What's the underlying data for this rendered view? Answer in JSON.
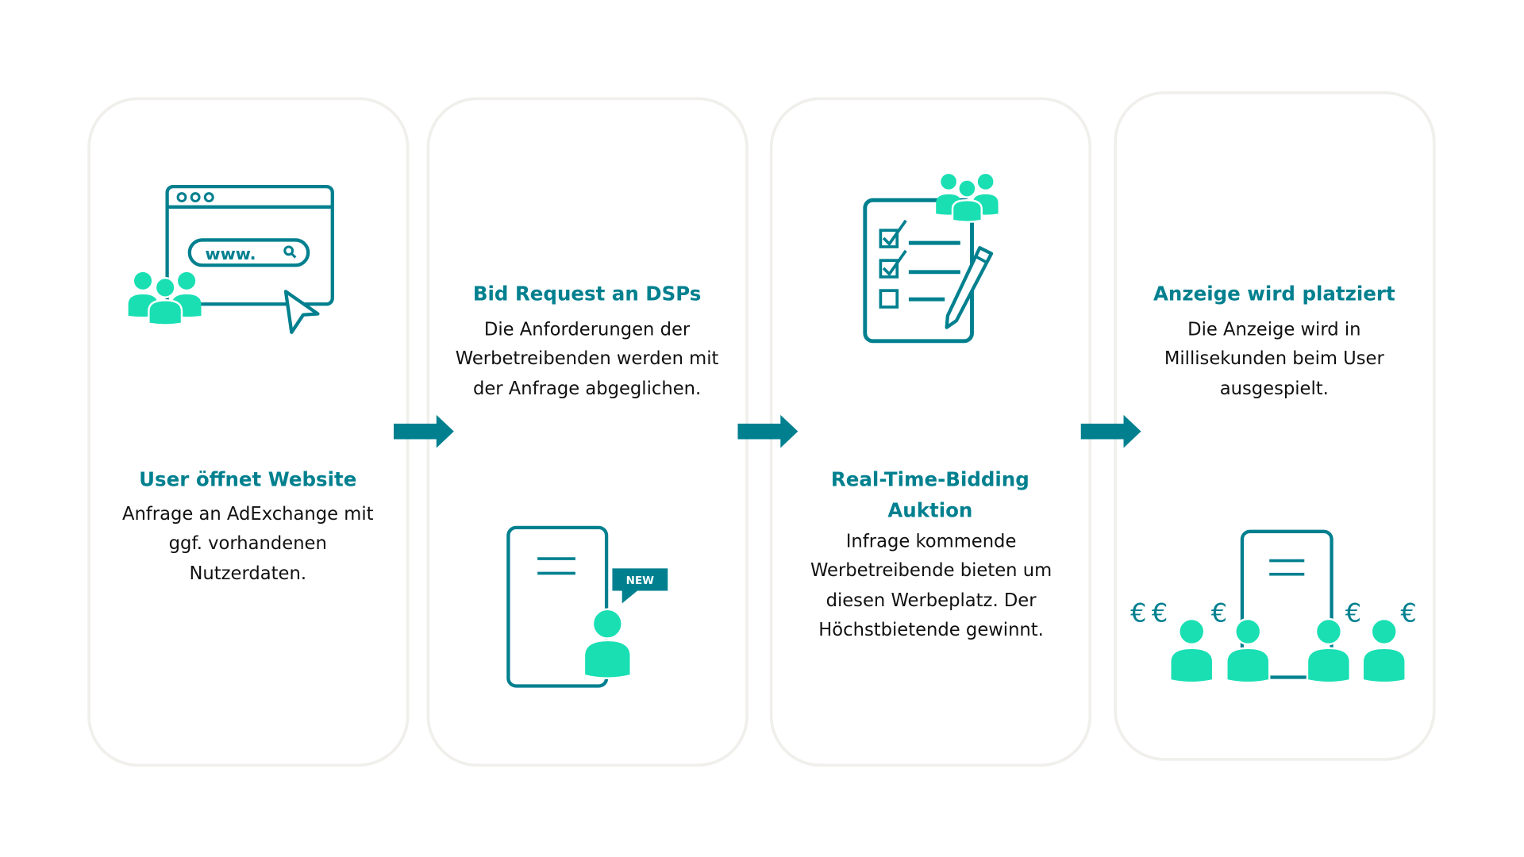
{
  "colors": {
    "primary": "#00808f",
    "accent": "#19dfb3",
    "card_border": "#f0efeb"
  },
  "steps": [
    {
      "title": "User öffnet Website",
      "body": "Anfrage an AdExchange mit ggf. vorhandenen Nutzerdaten.",
      "icon": "browser-users-icon",
      "icon_text": "www."
    },
    {
      "title": "Bid Request an DSPs",
      "body": "Die Anforderungen der Werbetreibenden werden mit der Anfrage abgeglichen.",
      "icon": "phone-user-new-icon",
      "badge": "NEW"
    },
    {
      "title": "Real-Time-Bidding Auktion",
      "body": "Infrage kommende Werbetreibende bieten um diesen Werbeplatz. Der Höchstbietende gewinnt.",
      "icon": "checklist-users-icon"
    },
    {
      "title": "Anzeige wird platziert",
      "body": "Die Anzeige wird in Millisekunden beim User ausgespielt.",
      "icon": "phone-users-euro-icon",
      "currency": "€"
    }
  ]
}
